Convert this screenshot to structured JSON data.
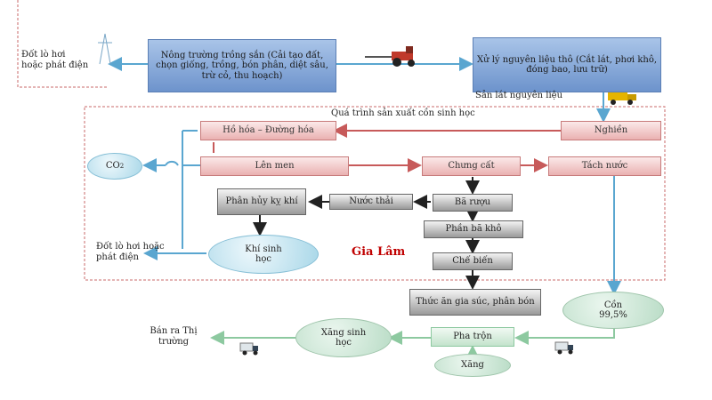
{
  "top": {
    "farm": "Nông trường trồng sắn (Cải tạo đất, chọn giống, trồng, bón phân, diệt sâu, trừ cỏ, thu hoạch)",
    "preprocess": "Xử lý nguyên liệu thô (Cắt lát, phơi khô, đóng bao, lưu trữ)",
    "output_label": "Sản lát nguyên liệu",
    "power_top": "Đốt lò hơi hoặc phát điện"
  },
  "process": {
    "title": "Quá trình sản xuất cồn sinh học",
    "grinding": "Nghiền",
    "hydrolysis": "Hồ hóa – Đường hóa",
    "fermentation": "Lên men",
    "distillation": "Chưng cất",
    "dehydration": "Tách nước",
    "co2": "CO",
    "co2_sub": "2",
    "anaerobic": "Phân hủy kỵ khí",
    "wastewater": "Nước thải",
    "mash": "Bã rượu",
    "dry_residue": "Phần bã khô",
    "processing": "Chế biến",
    "biogas": "Khí sinh học",
    "power_bottom": "Đốt lò hơi hoặc phát điện"
  },
  "outputs": {
    "feed": "Thức ăn gia súc, phân bón",
    "ethanol": "Cồn 99,5%",
    "blending": "Pha trộn",
    "gasoline": "Xăng",
    "biofuel": "Xăng sinh học",
    "market": "Bán ra Thị trường"
  },
  "watermark": "Gia Lâm",
  "colors": {
    "arrow_blue": "#5aa6d0",
    "arrow_green": "#8dc9a0",
    "arrow_dark": "#222222",
    "frame_red": "#c96a6a",
    "watermark": "#c00000"
  }
}
